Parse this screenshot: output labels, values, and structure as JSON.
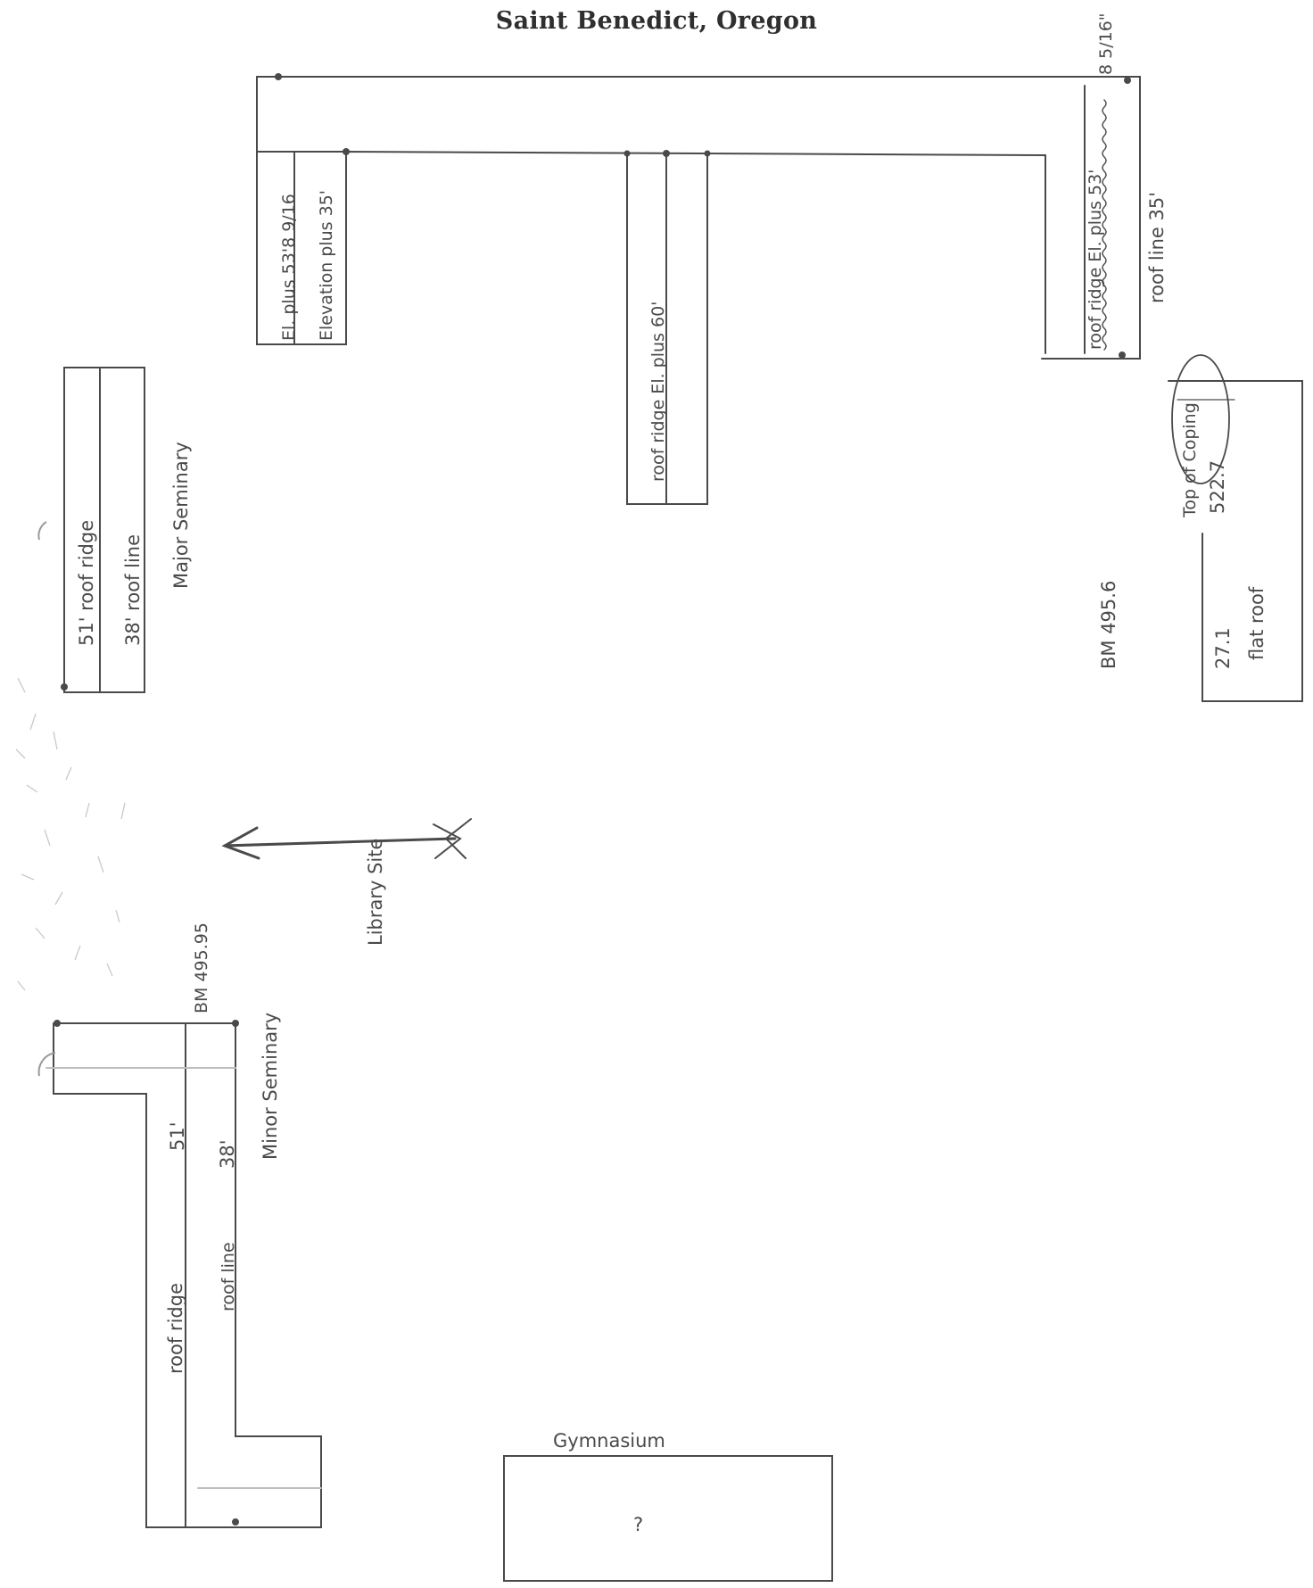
{
  "header": {
    "title": "Saint Benedict, Oregon"
  },
  "colors": {
    "ink": "#4a4a4a",
    "faint_ink": "#bdbdbd",
    "paper": "#ffffff"
  },
  "main_building": {
    "left_wing": {
      "el_ridge": "El. plus 53'8 9/16",
      "el_line": "Elevation plus 35'"
    },
    "center_wing": {
      "ridge": "roof ridge El. plus 60'"
    },
    "right_wing": {
      "top_note": "8 5/16\"",
      "ridge": "roof ridge El. plus 53'",
      "line": "roof line 35'"
    }
  },
  "major_seminary": {
    "ridge": "51'  roof ridge",
    "line": "38'  roof line",
    "name": "Major Seminary"
  },
  "coping_building": {
    "coping_label": "Top of Coping",
    "coping_value": "522.7",
    "roof_value": "27.1",
    "roof_type": "flat roof",
    "benchmark": "BM 495.6"
  },
  "library": {
    "label": "Library Site"
  },
  "minor_seminary": {
    "benchmark": "BM 495.95",
    "name": "Minor Seminary",
    "ridge_value": "51'",
    "line_value": "38'",
    "ridge_label": "roof ridge",
    "line_label": "roof line"
  },
  "gymnasium": {
    "label": "Gymnasium",
    "mark": "?"
  }
}
